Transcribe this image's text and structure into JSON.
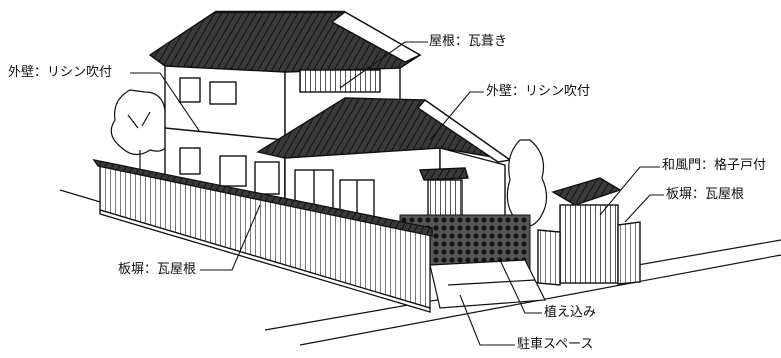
{
  "labels": {
    "roof": "屋根：瓦葺き",
    "wall_left": "外壁：リシン吹付",
    "wall_right": "外壁：リシン吹付",
    "gate": "和風門：格子戸付",
    "fence_right": "板塀：瓦屋根",
    "fence_left": "板塀：瓦屋根",
    "planting": "植え込み",
    "parking": "駐車スペース"
  },
  "colors": {
    "line": "#111111",
    "roof": "#2b2b2b",
    "wall": "#ffffff"
  }
}
